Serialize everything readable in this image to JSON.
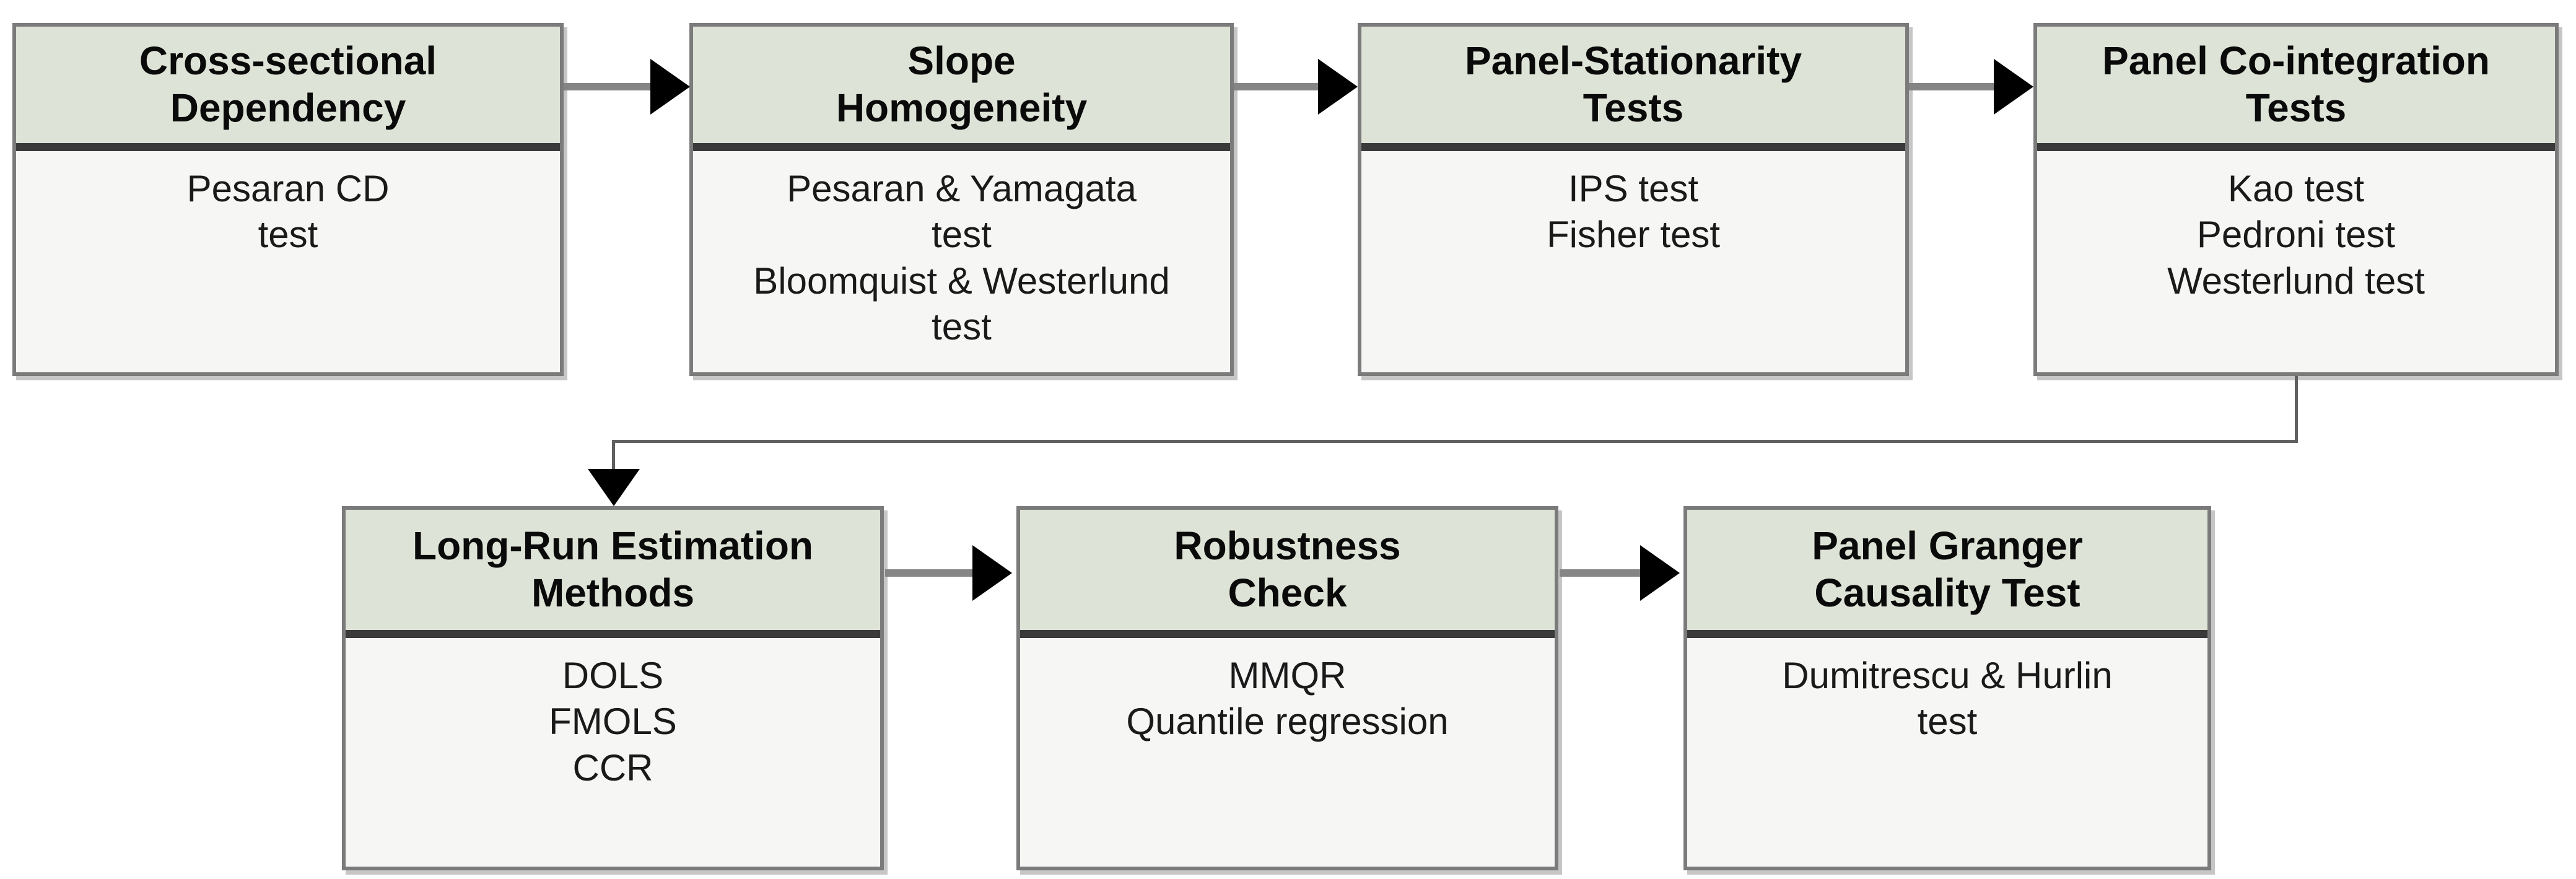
{
  "diagram": {
    "background": "#ffffff",
    "colors": {
      "header_bg": "#dde3d6",
      "body_bg": "#f6f6f4",
      "box_border": "#7b7b7b",
      "header_divider": "#3a3a3a",
      "arrow_shaft": "#858585",
      "arrow_head": "#000000",
      "connector_line": "#606060"
    },
    "boxes": [
      {
        "id": "cross-sectional-dependency",
        "title": "Cross-sectional\nDependency",
        "body": "Pesaran CD\ntest"
      },
      {
        "id": "slope-homogeneity",
        "title": "Slope\nHomogeneity",
        "body": "Pesaran & Yamagata\ntest\nBloomquist & Westerlund\ntest"
      },
      {
        "id": "panel-stationarity-tests",
        "title": "Panel-Stationarity\nTests",
        "body": "IPS test\nFisher test"
      },
      {
        "id": "panel-cointegration-tests",
        "title": "Panel Co-integration\nTests",
        "body": "Kao test\nPedroni test\nWesterlund test"
      },
      {
        "id": "long-run-estimation-methods",
        "title": "Long-Run Estimation\nMethods",
        "body": "DOLS\nFMOLS\nCCR"
      },
      {
        "id": "robustness-check",
        "title": "Robustness\nCheck",
        "body": "MMQR\nQuantile regression"
      },
      {
        "id": "panel-granger-causality-test",
        "title": "Panel Granger\nCausality Test",
        "body": "Dumitrescu & Hurlin\ntest"
      }
    ]
  }
}
